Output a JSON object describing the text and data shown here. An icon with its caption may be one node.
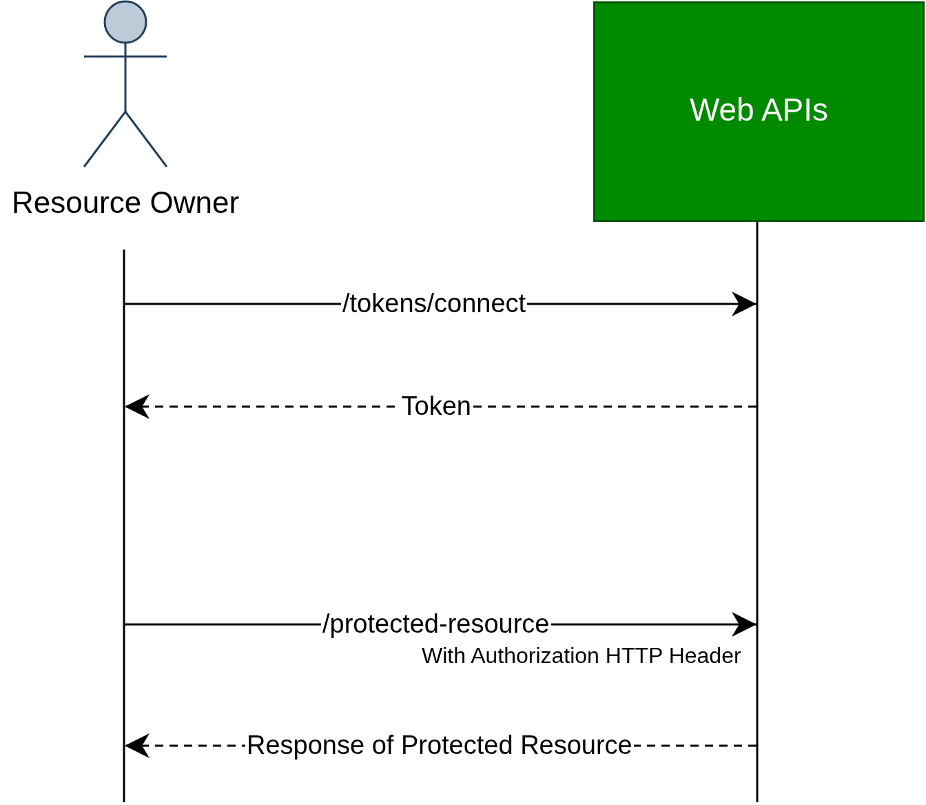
{
  "diagram": {
    "nodes": [
      {
        "text": [
          "Resource Owner"
        ]
      },
      {
        "text": [
          "Web APIs"
        ]
      }
    ],
    "edges": [
      {
        "from": 0,
        "to": 1,
        "arrow": "to",
        "label": "/tokens/connect"
      },
      {
        "from": 1,
        "to": 0,
        "arrow": "to",
        "label": "Token",
        "style": "dashed"
      },
      {
        "from": 0,
        "to": 1,
        "arrow": "to",
        "label": "/protected-resource"
      },
      {
        "from": 1,
        "to": 0,
        "arrow": "to",
        "label": "Response of Protected Resource",
        "style": "dashed"
      }
    ],
    "labels": [
      "With Authorization HTTP Header"
    ]
  }
}
